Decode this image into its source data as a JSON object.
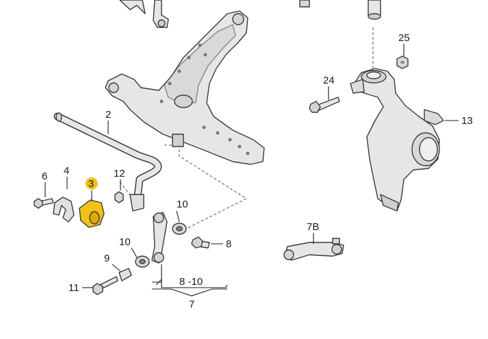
{
  "labels": {
    "p2": "2",
    "p3": "3",
    "p4": "4",
    "p6": "6",
    "p7": "7",
    "p7b": "7B",
    "p8": "8",
    "p8_10": "8 -10",
    "p9": "9",
    "p10a": "10",
    "p10b": "10",
    "p11": "11",
    "p12": "12",
    "p13": "13",
    "p24": "24",
    "p25": "25"
  },
  "colors": {
    "highlight": "#f2c21b",
    "part_fill": "#e6e6e6",
    "part_dark": "#bdbdbd",
    "line": "#1a1a1a"
  }
}
